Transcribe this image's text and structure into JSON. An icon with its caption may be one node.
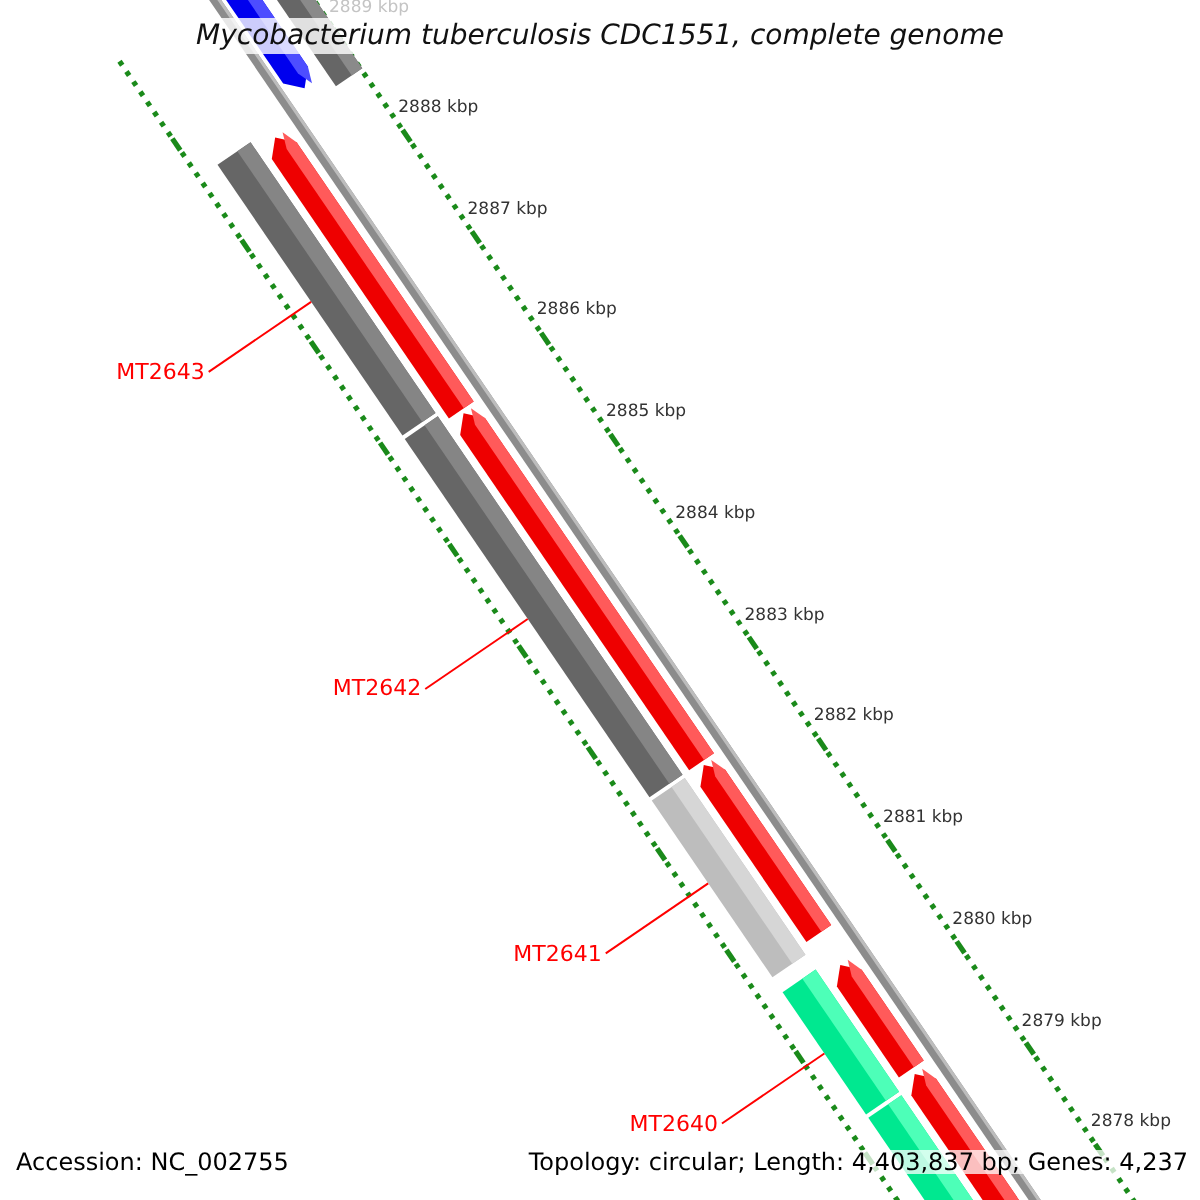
{
  "diagram": {
    "title": "Mycobacterium tuberculosis CDC1551, complete genome",
    "nodes": [
      {
        "text": [
          "MT2643"
        ]
      },
      {
        "text": [],
        "shape": "bar"
      },
      {
        "text": [
          "MT2642"
        ]
      },
      {
        "text": [],
        "shape": "bar"
      },
      {
        "text": [
          "MT2641"
        ]
      },
      {
        "text": [],
        "shape": "bar"
      },
      {
        "text": [
          "MT2640"
        ]
      },
      {
        "text": [],
        "shape": "bar"
      }
    ],
    "edges": [
      {
        "from": 0,
        "to": 1,
        "arrow": "none"
      },
      {
        "from": 2,
        "to": 3,
        "arrow": "none"
      },
      {
        "from": 4,
        "to": 5,
        "arrow": "none"
      },
      {
        "from": 6,
        "to": 7,
        "arrow": "none"
      }
    ],
    "labels": [
      "2889 kbp",
      "2888 kbp",
      "2887 kbp",
      "2886 kbp",
      "2885 kbp",
      "2884 kbp",
      "2883 kbp",
      "2882 kbp",
      "2881 kbp",
      "2880 kbp",
      "2879 kbp",
      "2878 kbp",
      "Accession: NC_002755",
      "Topology: circular; Length: 4,403,837 bp; Genes: 4,237"
    ]
  }
}
